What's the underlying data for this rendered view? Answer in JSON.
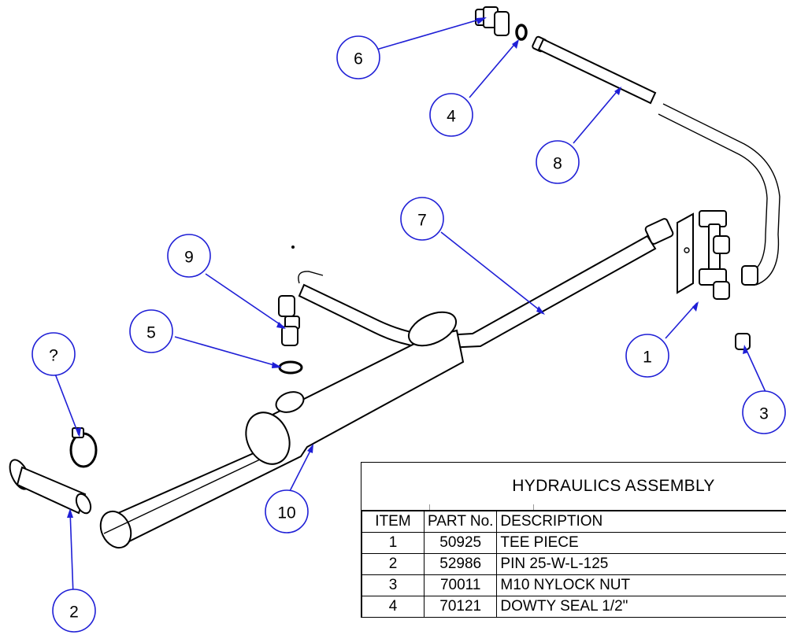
{
  "callouts": [
    {
      "id": "c6",
      "label": "6"
    },
    {
      "id": "c4",
      "label": "4"
    },
    {
      "id": "c8",
      "label": "8"
    },
    {
      "id": "c7",
      "label": "7"
    },
    {
      "id": "c9",
      "label": "9"
    },
    {
      "id": "c5",
      "label": "5"
    },
    {
      "id": "c1",
      "label": "1"
    },
    {
      "id": "c3",
      "label": "3"
    },
    {
      "id": "cq",
      "label": "?"
    },
    {
      "id": "c10",
      "label": "10"
    },
    {
      "id": "c2",
      "label": "2"
    }
  ],
  "bom": {
    "title": "HYDRAULICS ASSEMBLY",
    "headers": {
      "item": "ITEM",
      "part": "PART No.",
      "desc": "DESCRIPTION"
    },
    "rows": [
      {
        "item": "1",
        "part": "50925",
        "desc": "TEE PIECE"
      },
      {
        "item": "2",
        "part": "52986",
        "desc": "PIN 25-W-L-125"
      },
      {
        "item": "3",
        "part": "70011",
        "desc": "M10 NYLOCK NUT"
      },
      {
        "item": "4",
        "part": "70121",
        "desc": "DOWTY SEAL 1/2\""
      }
    ]
  },
  "colors": {
    "callout": "#1f1fd6",
    "line": "#000000",
    "background": "#ffffff"
  }
}
